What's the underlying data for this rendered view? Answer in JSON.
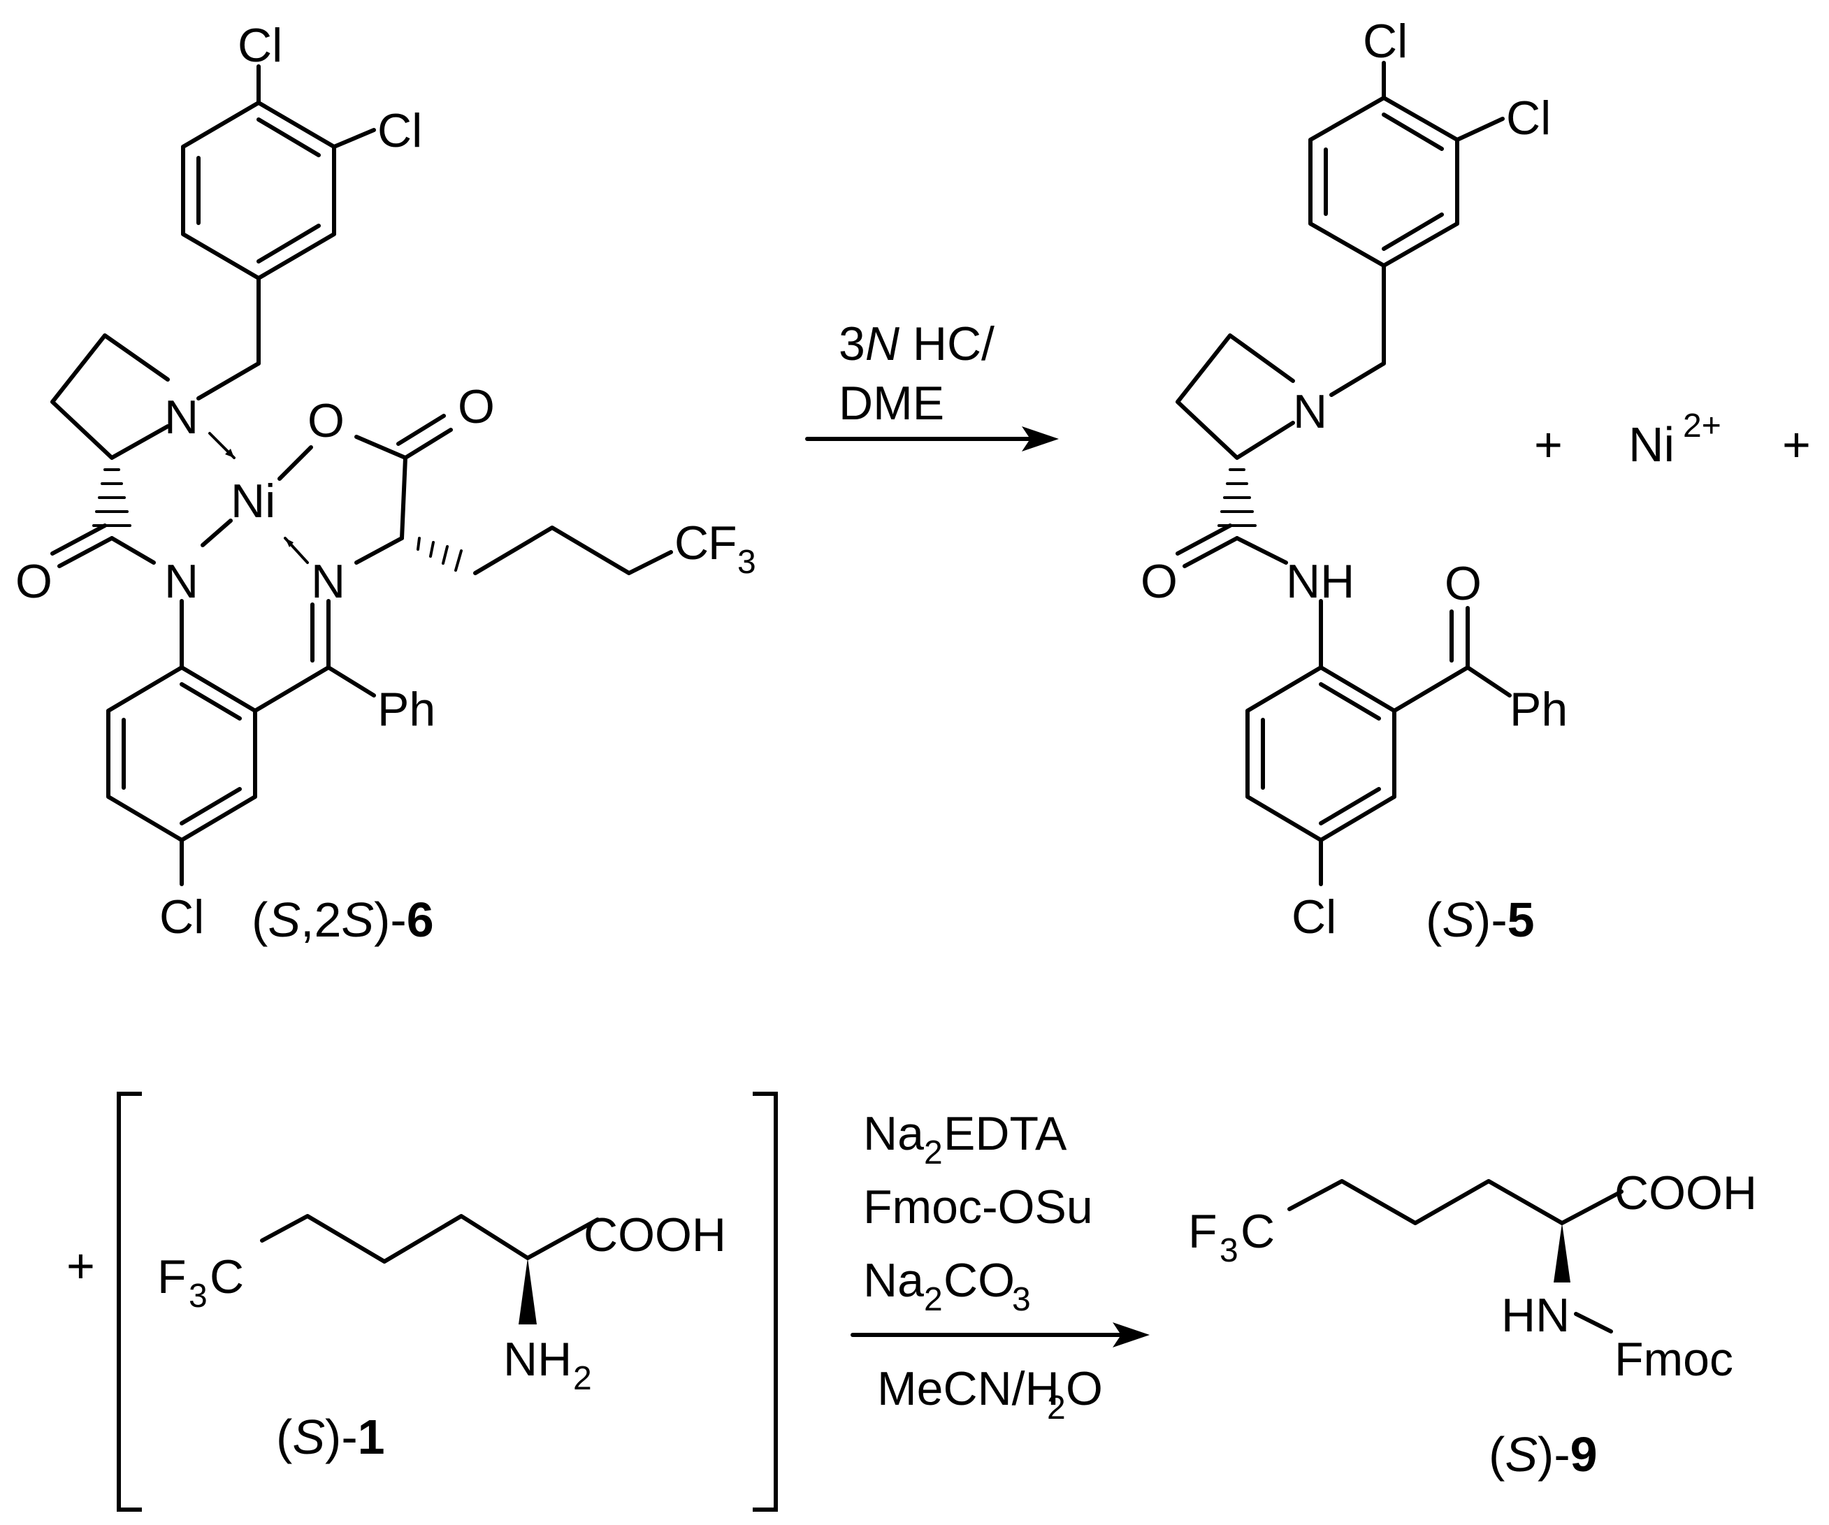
{
  "colors": {
    "ink": "#000000",
    "background": "#ffffff"
  },
  "atoms": {
    "cl": "Cl",
    "n": "N",
    "nh": "NH",
    "hn": "HN",
    "o": "O",
    "ni": "Ni",
    "ph": "Ph",
    "c": "C",
    "f": "F",
    "sub3": "3",
    "sub2": "2",
    "cooh": "COOH",
    "nh2_n": "NH",
    "fmoc": "Fmoc"
  },
  "compounds": {
    "c6": {
      "open": "(",
      "s1": "S",
      "mid": ",2",
      "s2": "S",
      "close": ")-",
      "num": "6"
    },
    "c5": {
      "open": "(",
      "s1": "S",
      "close": ")-",
      "num": "5"
    },
    "c1": {
      "open": "(",
      "s1": "S",
      "close": ")-",
      "num": "1"
    },
    "c9": {
      "open": "(",
      "s1": "S",
      "close": ")-",
      "num": "9"
    }
  },
  "step1": {
    "line1_a": "3",
    "line1_b": "N",
    "line1_c": " HC/",
    "line2": "DME"
  },
  "step2": {
    "na": "Na",
    "edta": "EDTA",
    "fmoc_osu": "Fmoc-OSu",
    "co": "CO",
    "mecn": "MeCN/H",
    "o": "O"
  },
  "byproducts": {
    "plus": "+",
    "ni": "Ni",
    "charge": "2+"
  }
}
